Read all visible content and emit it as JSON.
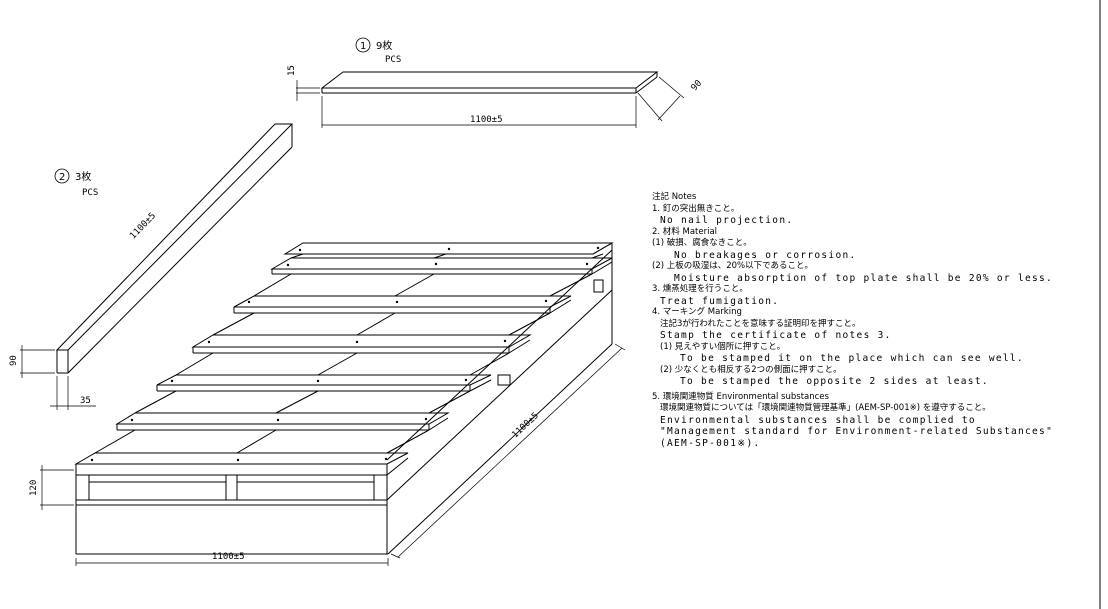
{
  "parts": {
    "part1": {
      "number": "1",
      "qty": "9枚",
      "unit": "PCS",
      "thickness": "15",
      "width": "90",
      "length": "1100±5"
    },
    "part2": {
      "number": "2",
      "qty": "3枚",
      "unit": "PCS",
      "length": "1100±5",
      "height": "90",
      "width": "35"
    }
  },
  "assembly": {
    "height": "120",
    "length_front": "1100±5",
    "length_side": "1100±5"
  },
  "notes": {
    "title": "注記 Notes",
    "n1_jp": "1. 釘の突出無きこと。",
    "n1_en": "No nail projection.",
    "n2_jp": "2. 材料 Material",
    "n2_1_jp": "(1) 破損、腐食なきこと。",
    "n2_1_en": "No breakages or corrosion.",
    "n2_2_jp": "(2) 上板の吸湿は、20%以下であること。",
    "n2_2_en": "Moisture absorption of top plate shall be 20% or less.",
    "n3_jp": "3. 燻蒸処理を行うこと。",
    "n3_en": "Treat fumigation.",
    "n4_jp": "4. マーキング Marking",
    "n4_sub_jp": "注記3が行われたことを意味する証明印を押すこと。",
    "n4_sub_en": "Stamp the certificate of notes 3.",
    "n4_1_jp": "(1) 見えやすい個所に押すこと。",
    "n4_1_en": "To be stamped it on the place which can see well.",
    "n4_2_jp": "(2) 少なくとも相反する2つの側面に押すこと。",
    "n4_2_en": "To be stamped the opposite 2 sides at least.",
    "n5_jp": "5. 環境関連物質 Environmental substances",
    "n5_sub_jp": "環境関連物質については「環境関連物質管理基準」(AEM-SP-001※) を遵守すること。",
    "n5_en1": "Environmental substances shall be complied to",
    "n5_en2": "\"Management standard for Environment-related Substances\"",
    "n5_en3": "(AEM-SP-001※)."
  }
}
